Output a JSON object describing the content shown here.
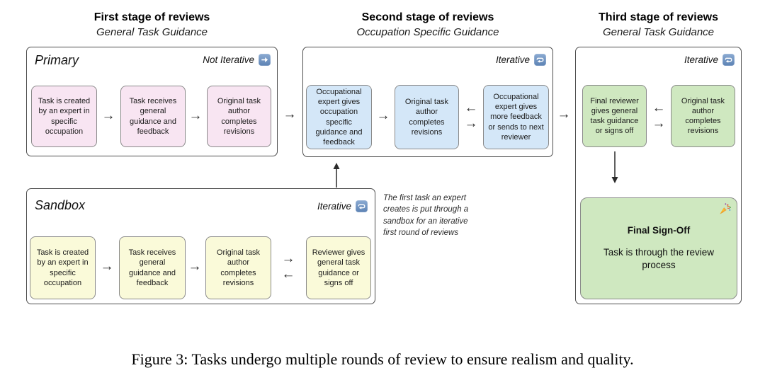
{
  "stage_titles": [
    {
      "title": "First stage of reviews",
      "subtitle": "General Task Guidance"
    },
    {
      "title": "Second stage of reviews",
      "subtitle": "Occupation Specific Guidance"
    },
    {
      "title": "Third stage of reviews",
      "subtitle": "General Task Guidance"
    }
  ],
  "primary": {
    "label": "Primary",
    "badge_label": "Not Iterative",
    "badge_icon": "arrow-right",
    "boxes": [
      "Task is created by an expert in specific occupation",
      "Task receives general guidance and feedback",
      "Original task author completes revisions"
    ]
  },
  "second": {
    "badge_label": "Iterative",
    "badge_icon": "refresh-loop",
    "boxes": [
      "Occupational expert gives occupation specific guidance and feedback",
      "Original task author completes revisions",
      "Occupational expert gives more feedback or sends to next reviewer"
    ]
  },
  "third": {
    "badge_label": "Iterative",
    "badge_icon": "refresh-loop",
    "boxes": [
      "Final reviewer gives general task guidance or signs off",
      "Original task author completes revisions"
    ],
    "final": {
      "title": "Final Sign-Off",
      "body": "Task is through the review process",
      "icon": "party-popper"
    }
  },
  "sandbox": {
    "label": "Sandbox",
    "badge_label": "Iterative",
    "badge_icon": "refresh-loop",
    "boxes": [
      "Task is created by an expert in specific occupation",
      "Task receives general guidance and feedback",
      "Original task author completes revisions",
      "Reviewer gives general task guidance or signs off"
    ]
  },
  "annotation": {
    "lines": [
      "The first task an expert",
      "creates is put through a",
      "sandbox for an iterative",
      "first round of reviews"
    ]
  },
  "caption": "Figure 3: Tasks undergo multiple rounds of review to ensure realism and quality.",
  "icons": {
    "arrow_right": "→",
    "arrow_left": "←"
  },
  "colors": {
    "pink": "#F8E5F2",
    "blue": "#D4E7F8",
    "yellow": "#FAFAD9",
    "green": "#CFE8C0",
    "badge_blue": "#6C90BC"
  }
}
